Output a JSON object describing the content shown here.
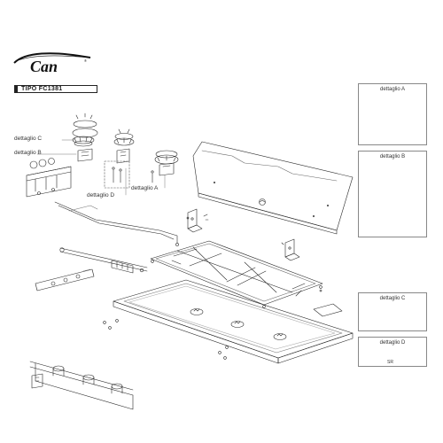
{
  "brand": {
    "logo_text": "Can",
    "registered": "®"
  },
  "model": {
    "title": "TIPO FC1381"
  },
  "callouts": {
    "detail_c": "dettaglio C",
    "detail_b": "dettaglio B",
    "detail_d": "dettaglio D",
    "detail_a": "dettaglio A"
  },
  "detail_panels": [
    {
      "caption": "dettaglio A"
    },
    {
      "caption": "dettaglio B"
    },
    {
      "caption": "dettaglio C"
    },
    {
      "caption": "dettaglio D",
      "note": "SR"
    }
  ],
  "colors": {
    "line": "#2a2a2a",
    "panel_border": "#8a8a8a",
    "light": "#bdbdbd"
  }
}
